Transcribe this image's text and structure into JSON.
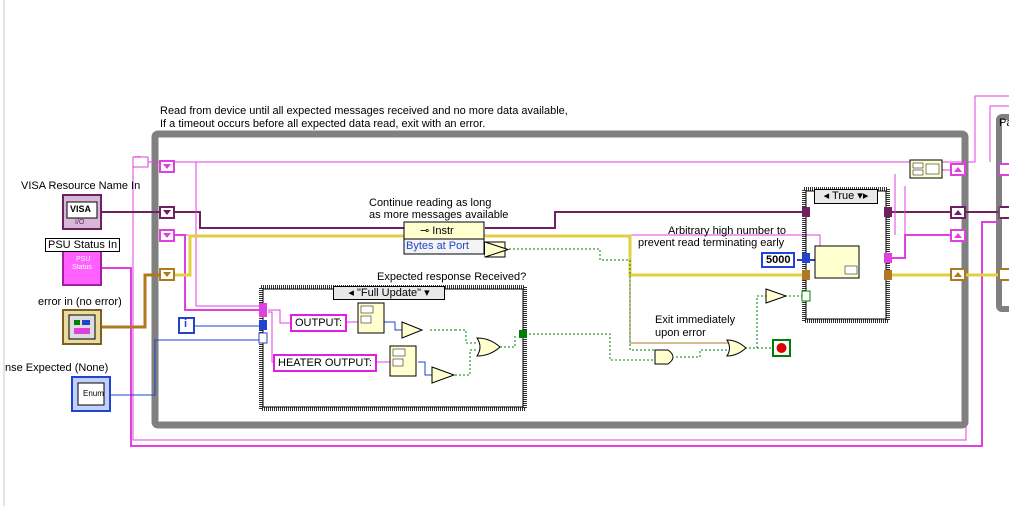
{
  "comments": {
    "main_loop_line1": "Read from device until all expected messages received and no more data available,",
    "main_loop_line2": "If a timeout occurs before all expected data read, exit with an error.",
    "continue_line1": "Continue reading as long",
    "continue_line2": "as more messages available",
    "arbitrary_line1": "Arbitrary high number to",
    "arbitrary_line2": "prevent read terminating early",
    "expected_response": "Expected response Received?",
    "exit_line1": "Exit immediately",
    "exit_line2": "upon error"
  },
  "controls": {
    "visa_resource": "VISA Resource Name In",
    "psu_status": "PSU Status In",
    "error_in": "error in (no error)",
    "response_expected": "nse Expected (None)"
  },
  "icons": {
    "visa_text": "VISA",
    "visa_sub": "I/O",
    "psu_text1": "PSU",
    "psu_text2": "Status",
    "enum_text": "Enum"
  },
  "case_structures": {
    "inner_selector": "\"Full Update\"",
    "outer_selector": "True"
  },
  "constants": {
    "output": "OUTPUT:",
    "heater_output": "HEATER OUTPUT:",
    "read_count": "5000",
    "empty_string": "\"\""
  },
  "property_node": {
    "class": "Instr",
    "property": "Bytes at Port"
  },
  "iteration_terminal": "i",
  "right_panel_label": "Pa",
  "colors": {
    "string_wire": "#e040e0",
    "cluster_wire": "#b07820",
    "error_wire": "#e0d040",
    "visa_wire": "#702060",
    "numeric_wire": "#2244cc",
    "boolean_wire": "#008000",
    "loop_frame": "#7a7a7a"
  }
}
